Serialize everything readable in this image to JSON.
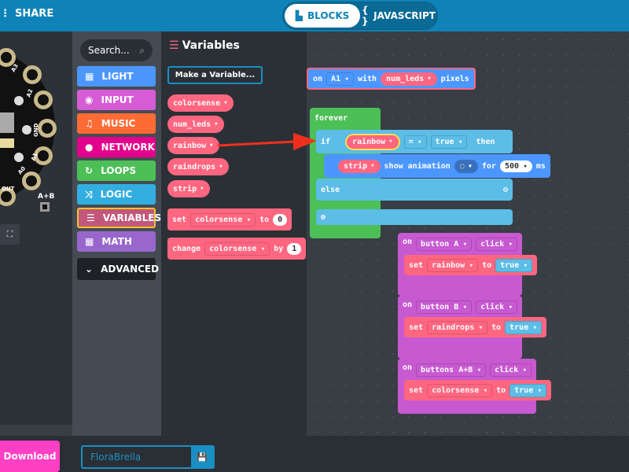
{
  "header": {
    "share_label": "SHARE",
    "tabs": [
      {
        "label": "BLOCKS",
        "active": true
      },
      {
        "label": "JAVASCRIPT",
        "active": false
      }
    ],
    "color": "#0f83b8"
  },
  "simulator": {
    "pins": [
      "A3",
      "A2",
      "GND",
      "A1",
      "A0",
      "OUT"
    ],
    "button_label": "A+B"
  },
  "toolbox": {
    "search_placeholder": "Search...",
    "categories": [
      {
        "label": "LIGHT",
        "icon": "grid-icon",
        "color": "#4c97ff"
      },
      {
        "label": "INPUT",
        "icon": "target-icon",
        "color": "#d65cd6"
      },
      {
        "label": "MUSIC",
        "icon": "headphones-icon",
        "color": "#ff6b35"
      },
      {
        "label": "NETWORK",
        "icon": "chat-icon",
        "color": "#e3008c"
      },
      {
        "label": "LOOPS",
        "icon": "refresh-icon",
        "color": "#4cbf56"
      },
      {
        "label": "LOGIC",
        "icon": "shuffle-icon",
        "color": "#33aee0"
      },
      {
        "label": "VARIABLES",
        "icon": "list-icon",
        "color": "#ff6680"
      },
      {
        "label": "MATH",
        "icon": "calculator-icon",
        "color": "#9966cc"
      },
      {
        "label": "ADVANCED",
        "icon": "chevron-down-icon",
        "color": "#1e2227"
      }
    ]
  },
  "flyout": {
    "title": "Variables",
    "make_variable": "Make a Variable...",
    "variables": [
      "colorsense",
      "num_leds",
      "rainbow",
      "raindrops",
      "strip"
    ],
    "set_block": {
      "kw": "set",
      "var": "colorsense",
      "to": "to",
      "value": "0"
    },
    "change_block": {
      "kw": "change",
      "var": "colorsense",
      "by": "by",
      "value": "1"
    }
  },
  "workspace": {
    "strip_block": {
      "on": "on",
      "pin": "A1",
      "with": "with",
      "var": "num_leds",
      "pixels": "pixels"
    },
    "forever": {
      "label": "forever",
      "if": "if",
      "cond_var": "rainbow",
      "op": "=",
      "cond_val": "true",
      "then": "then",
      "strip_var": "strip",
      "show_animation": "show animation",
      "for": "for",
      "ms_value": "500",
      "ms": "ms",
      "else": "else"
    },
    "events": [
      {
        "on": "on",
        "button": "button A",
        "action": "click",
        "set": "set",
        "var": "rainbow",
        "to": "to",
        "value": "true"
      },
      {
        "on": "on",
        "button": "button B",
        "action": "click",
        "set": "set",
        "var": "raindrops",
        "to": "to",
        "value": "true"
      },
      {
        "on": "on",
        "button": "buttons A+B",
        "action": "click",
        "set": "set",
        "var": "colorsense",
        "to": "to",
        "value": "true"
      }
    ]
  },
  "bottom": {
    "download_label": "Download",
    "project_name": "FloraBrella"
  }
}
